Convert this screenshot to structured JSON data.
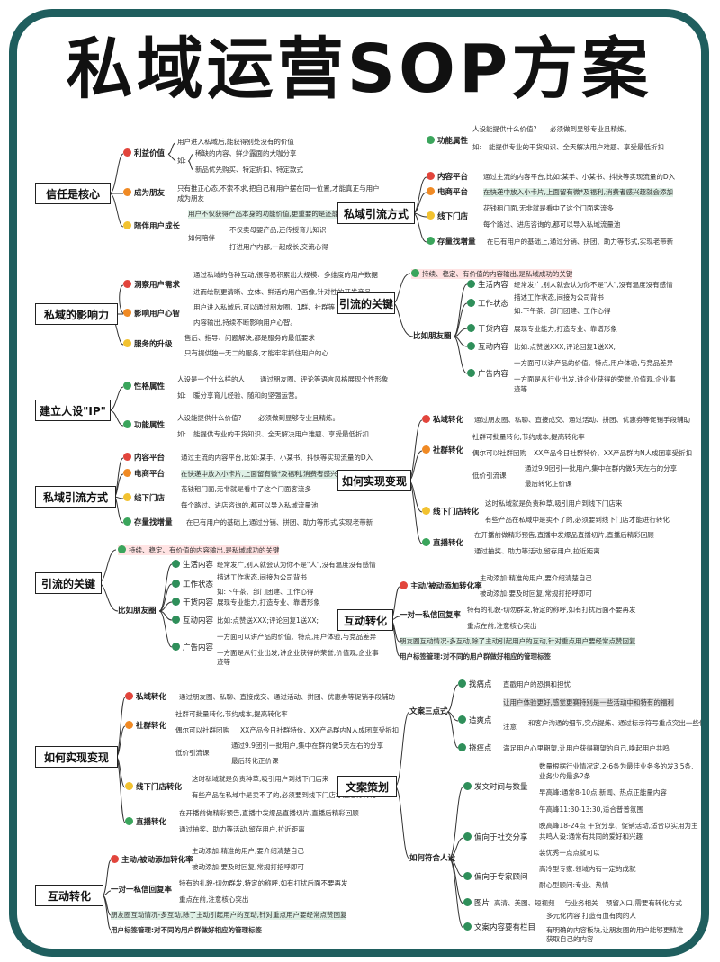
{
  "title": "私域运营SOP方案",
  "left": {
    "trust": {
      "label": "信任是核心",
      "b1": "利益价值",
      "b1_l1": "用户进入私域后,能获得别处没有的价值",
      "b1_ru": "如:",
      "b1_l2": "稀缺的内容、鲜少露面的大咖分享",
      "b1_l3": "新品优先购买、特定折扣、特定款式",
      "b2": "成为朋友",
      "b2_l1": "只有推正心态,不索不求,把自己和用户摆在同一位置,才能真正与用户",
      "b2_l2": "成为朋友",
      "b3": "陪伴用户成长",
      "b3_l1": "用户不仅获得产品本身的功能价值,更重要的是还能有所成长",
      "b3_ru": "如何陪伴",
      "b3_l2": "不仅卖母婴产品,还传授育儿知识",
      "b3_l3": "打进用户内部,一起成长,交流心得"
    },
    "influence": {
      "label": "私域的影响力",
      "b1": "洞察用户需求",
      "b1_l1": "通过私域的各种互动,很容易积累出大规模、多维度的用户数据",
      "b1_l2": "进而绘制更清晰、立体、鲜活的用户画像,针对性的开发产品",
      "b2": "影响用户心智",
      "b2_l1": "用户进入私域后,可以通过朋友圈、1群、社群等",
      "b2_l2": "内容输出,持续不断影响用户心智。",
      "b3": "服务的升级",
      "b3_l1": "售后、指导、问题解决,都是服务的最低要求",
      "b3_l2": "只有提供独一无二的服务,才能牢牢抓住用户的心"
    },
    "ip": {
      "label": "建立人设\"IP\"",
      "b1": "性格属性",
      "b1_l1": "人设是一个什么样的人",
      "b1_l2": "通过朋友圈、评论等语言风格展现个性形象",
      "b1_ru": "如:",
      "b1_l3": "暖分享育儿经验、随和的坚强运营。",
      "b2": "功能属性",
      "b2_l1": "人设能提供什么价值?",
      "b2_l2": "必须做到显够专业且精炼。",
      "b2_ru": "如:",
      "b2_l3": "能提供专业的干货知识、全天解决用户难题、享受最低折扣"
    },
    "channel": {
      "label": "私域引流方式",
      "b1": "内容平台",
      "b1_l1": "通过主流的内容平台,比如:某手、小某书、抖快等实现流量的D入",
      "b2": "电商平台",
      "b2_l1": "在快递中放入小卡片,上面留有微*及福利,消费者感兴趣就会添加",
      "b3": "线下门店",
      "b3_l1": "花钱租门面,无非就是看中了这个门面客流多",
      "b3_l2": "每个路过、进店咨询的,都可以导入私域流量池",
      "b4": "存量找增量",
      "b4_l1": "在已有用户的基础上,通过分销、拼团、助力等形式,实现老带新"
    },
    "key": {
      "label": "引流的关键",
      "top": "持续、稳定、有价值的内容输出,是私域成功的关键",
      "mid": "比如朋友圈",
      "b1": "生活内容",
      "b1_l1": "经常发广,别人就会认为你不是\"人\",没有温度没有感情",
      "b2": "工作状态",
      "b2_l1": "描述工作状态,间接为公司背书",
      "b2_l2": "如:下午茶、部门团建、工作心得",
      "b3": "干货内容",
      "b3_l1": "展现专业能力,打造专业、靠谱形象",
      "b4": "互动内容",
      "b4_l1": "比如:点赞送XXX;评论回复1送XX;",
      "b5": "广告内容",
      "b5_l1": "一方面可以讲产品的价值、特点,用户体验,与竞品差异",
      "b5_l2": "一方面是从行业出发,讲企业获得的荣誉,价值观,企业事",
      "b5_l3": "迹等"
    },
    "conv": {
      "label": "如何实现变现",
      "b1": "私域转化",
      "b1_l1": "通过朋友圈、私聊、直接成交、通过活动、拼团、优惠券等促销手段辅助",
      "b2": "社群转化",
      "b2_l1": "社群可批量转化,节约成本,提高转化率",
      "b2_l2": "偶尔可以社群团购",
      "b2_l3": "XX产品今日社群特价、XX产品群内N人成团享受折扣",
      "b2_l4": "低价引流课",
      "b2_l5": "通过9.9团引一批用户,集中在群内做5天左右的分享",
      "b2_l6": "最后转化正价课",
      "b3": "线下门店转化",
      "b3_l1": "这时私域就是负责种草,吸引用户到线下门店来",
      "b3_l2": "有些产品在私域中是卖不了的,必须要到线下门店才能进行转化",
      "b4": "直播转化",
      "b4_l1": "在开播前做精彩预告,直播中发爆品直播切片,直播后精彩回顾",
      "b4_l2": "通过抽奖、助力等活动,留存用户,拉近距离"
    },
    "inter": {
      "label": "互动转化",
      "b1": "主动/被动添加转化率",
      "b1_l1": "主动添加:精准的用户,要介绍清楚自己",
      "b1_l2": "被动添加:要及时回复,常规打招呼即可",
      "b2": "一对一私信回复率",
      "b2_l1": "特有的礼貌-切勿群发,特定的称呼,如有打扰后面不要再发",
      "b2_l2": "重点在前,注意核心突出",
      "b3": "朋友圈互动情况-多互动,除了主动引起用户的互动,针对重点用户要经常点赞回复",
      "b4": "用户标签管理:对不同的用户群做好相应的管理标签"
    }
  },
  "right": {
    "top": {
      "l1": "人设能提供什么价值?",
      "l2": "必须做到显够专业且精炼。",
      "b": "功能属性",
      "ru": "如:",
      "l3": "能提供专业的干货知识、全天解决用户难题、享受最低折扣"
    },
    "channel": {
      "label": "私域引流方式",
      "b1": "内容平台",
      "b1_l1": "通过主流的内容平台,比如:某手、小某书、抖快等实现流量的D入",
      "b2": "电商平台",
      "b2_l1": "在快递中放入小卡片,上面留有微*及福利,消费者感兴趣就会添加",
      "b3": "线下门店",
      "b3_l1": "花钱租门面,无非就是看中了这个门面客流多",
      "b3_l2": "每个路过、进店咨询的,都可以导入私域流量池",
      "b4": "存量找增量",
      "b4_l1": "在已有用户的基础上,通过分销、拼团、助力等形式,实现老带新"
    },
    "key": {
      "label": "引流的关键",
      "top": "持续、稳定、有价值的内容输出,是私域成功的关键",
      "mid": "比如朋友圈",
      "b1": "生活内容",
      "b1_l1": "经常发广,别人就会认为你不是\"人\",没有温度没有感情",
      "b2": "工作状态",
      "b2_l1": "描述工作状态,间接为公司背书",
      "b2_l2": "如:下午茶、部门团建、工作心得",
      "b3": "干货内容",
      "b3_l1": "展现专业能力,打造专业、靠谱形象",
      "b4": "互动内容",
      "b4_l1": "比如:点赞送XXX;评论回复1送XX;",
      "b5": "广告内容",
      "b5_l1": "一方面可以讲产品的价值、特点,用户体验,与竞品差异",
      "b5_l2": "一方面是从行业出发,讲企业获得的荣誉,价值观,企业事",
      "b5_l3": "迹等"
    },
    "conv": {
      "label": "如何实现变现",
      "b1": "私域转化",
      "b1_l1": "通过朋友圈、私聊、直接成交、通过活动、拼团、优惠券等促销手段辅助",
      "b2": "社群转化",
      "b2_l1": "社群可批量转化,节约成本,提高转化率",
      "b2_l2": "偶尔可以社群团购",
      "b2_l3": "XX产品今日社群特价、XX产品群内N人成团享受折扣",
      "b2_l4": "低价引流课",
      "b2_l5": "通过9.9团引一批用户,集中在群内做5天左右的分享",
      "b2_l6": "最后转化正价课",
      "b3": "线下门店转化",
      "b3_l1": "这时私域就是负责种草,吸引用户到线下门店来",
      "b3_l2": "有些产品在私域中是卖不了的,必须要到线下门店才能进行转化",
      "b4": "直播转化",
      "b4_l1": "在开播前做精彩预告,直播中发爆品直播切片,直播后精彩回顾",
      "b4_l2": "通过抽奖、助力等活动,留存用户,拉近距离"
    },
    "inter": {
      "label": "互动转化",
      "b1": "主动/被动添加转化率",
      "b1_l1": "主动添加:精准的用户,要介绍清楚自己",
      "b1_l2": "被动添加:要及时回复,常规打招呼即可",
      "b2": "一对一私信回复率",
      "b2_l1": "特有的礼貌-切勿群发,特定的称呼,如有打扰后面不要再发",
      "b2_l2": "重点在前,注意核心突出",
      "b3": "朋友圈互动情况-多互动,除了主动引起用户的互动,针对重点用户要经常点赞回复",
      "b4": "用户标签管理:对不同的用户群做好相应的管理标签"
    },
    "copy": {
      "label": "文案策划",
      "g1": "文案三点式",
      "g1_a": "找痛点",
      "g1_a1": "直戳用户的恐惧和担忧",
      "g1_b": "造爽点",
      "g1_b1": "让用户体验更好,感觉更赛特别是一些活动中和特有的福利",
      "g1_b2": "注意",
      "g1_b3": "和客户沟通的细节,突点提炼、通过标示符号重点突出一些信息",
      "g1_c": "挠痒点",
      "g1_c1": "满足用户心里期望,让用户获得期望的自己,唤起用户共鸣",
      "g2": "如何符合人设",
      "g2_a": "发文时间与数量",
      "g2_a1": "数量根据行业情况定,2-6条为最佳业务多的发3.5条,",
      "g2_a2": "业务少的最多2条",
      "g2_a3": "早高峰:通常8-10点,新闻、热点正能量内容",
      "g2_a4": "午高峰11:30-13:30,适合普普氛围",
      "g2_a5": "晚高峰18-24点 干货分享、促销活动,适合以实用为主",
      "g2_b": "偏向于社交分享",
      "g2_b1": "共鸣人设:通常有共同的爱好和兴趣",
      "g2_b2": "装优秀一点点就可以",
      "g2_c": "偏向于专家顾问",
      "g2_c1": "高冷型专家:领域内有一定的成就",
      "g2_c2": "耐心型顾问:专业、热情",
      "g2_d": "图片",
      "g2_d1": "高清、美图、短视频",
      "g2_d2": "与业务相关",
      "g2_d3": "预留入口,需要有转化方式",
      "g2_e": "文案内容要有栏目",
      "g2_e1": "多元化内容 打造有血有肉的人",
      "g2_e2": "有明确的内容板块,让朋友圈的用户能够更精准",
      "g2_e3": "获取自己的内容"
    }
  }
}
